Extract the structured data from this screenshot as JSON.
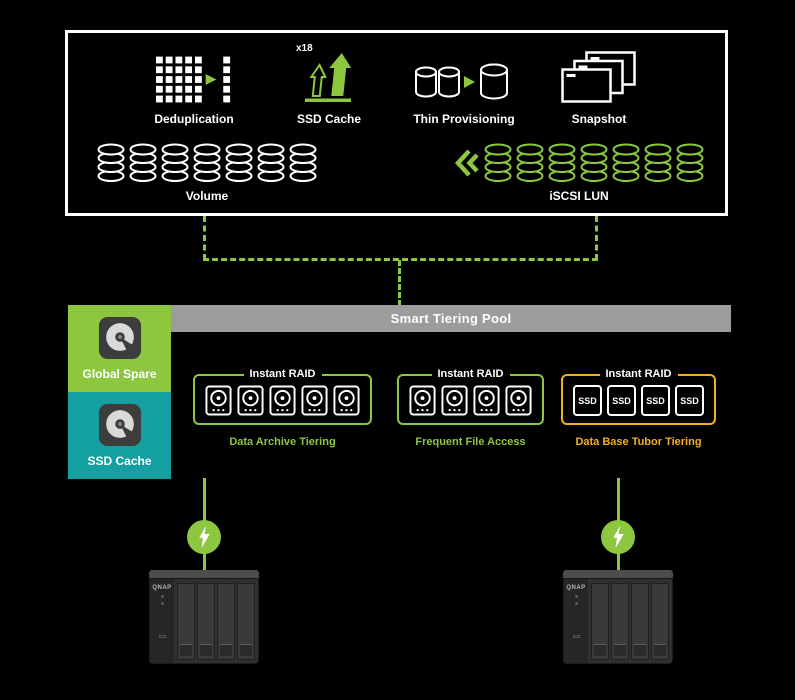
{
  "colors": {
    "green": "#8dc63f",
    "teal": "#14a0a0",
    "yellow": "#f2b01e",
    "gray": "#9c9c9c",
    "white": "#ffffff",
    "black": "#000000"
  },
  "top_box": {
    "features": [
      {
        "label": "Deduplication"
      },
      {
        "label": "SSD Cache",
        "multiplier": "x18"
      },
      {
        "label": "Thin Provisioning"
      },
      {
        "label": "Snapshot"
      }
    ],
    "volume": {
      "label": "Volume",
      "disk_count": 7
    },
    "iscsi_lun": {
      "label": "iSCSI LUN",
      "disk_count": 7
    }
  },
  "pool": {
    "title": "Smart Tiering Pool",
    "side_tiles": [
      {
        "label": "Global Spare"
      },
      {
        "label": "SSD Cache"
      }
    ],
    "raid_groups": [
      {
        "tag": "Instant RAID",
        "label": "Data Archive Tiering",
        "drive_count": 5,
        "drive_type": "hdd"
      },
      {
        "tag": "Instant RAID",
        "label": "Frequent File Access",
        "drive_count": 4,
        "drive_type": "hdd"
      },
      {
        "tag": "Instant RAID",
        "label": "Data Base Tubor Tiering",
        "drive_count": 4,
        "drive_type": "ssd",
        "drive_label": "SSD"
      }
    ]
  },
  "nas_devices": [
    {
      "brand": "QNAP",
      "bay_count": 4
    },
    {
      "brand": "QNAP",
      "bay_count": 4
    }
  ]
}
